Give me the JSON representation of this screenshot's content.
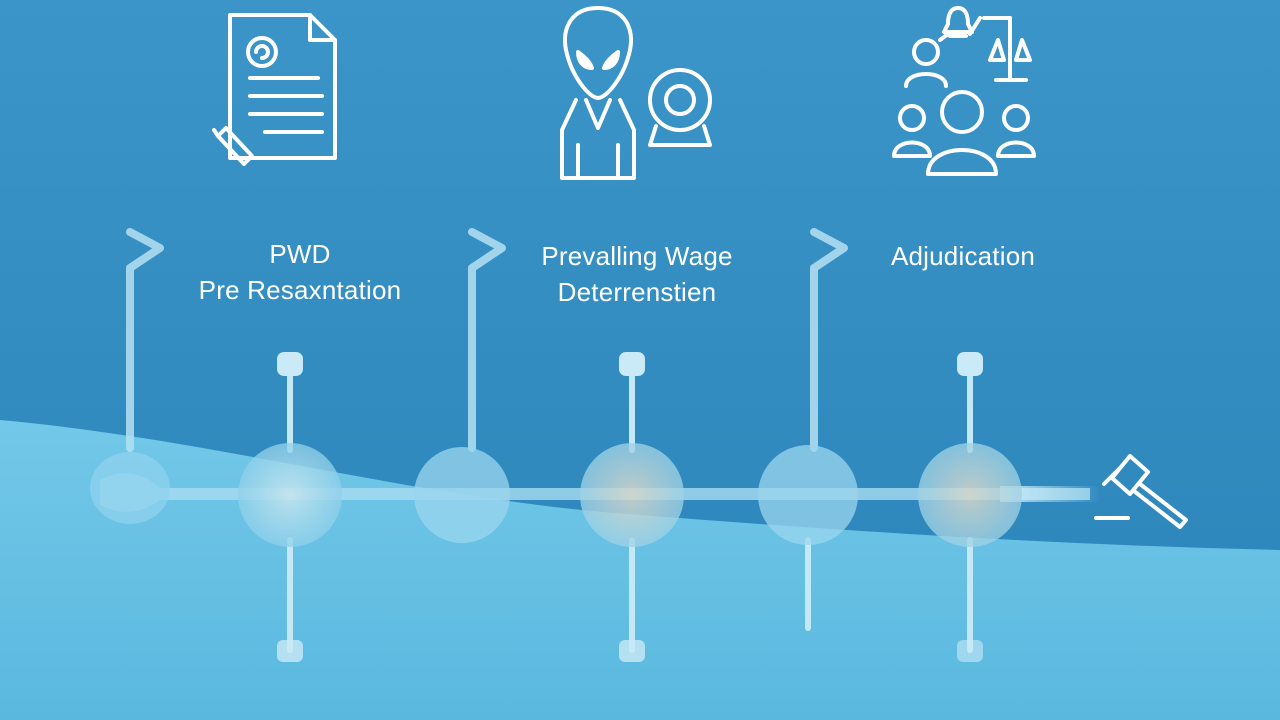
{
  "colors": {
    "sky_top": "#3a93c6",
    "sky_bottom": "#2a84b8",
    "wave_light": "#6fc5e6",
    "wave_mid": "#5bb6de",
    "line": "#a8dcf0",
    "icon_stroke": "#ffffff"
  },
  "stages": [
    {
      "icon": "document-icon",
      "title": "PWD",
      "subtitle": "Pre Resaxntation"
    },
    {
      "icon": "person-with-webcam-icon",
      "title": "Prevalling Wage",
      "subtitle": "Deterrenstien"
    },
    {
      "icon": "people-justice-scale-icon",
      "title": "Adjudication",
      "subtitle": ""
    }
  ],
  "end_icon": "gavel-icon"
}
